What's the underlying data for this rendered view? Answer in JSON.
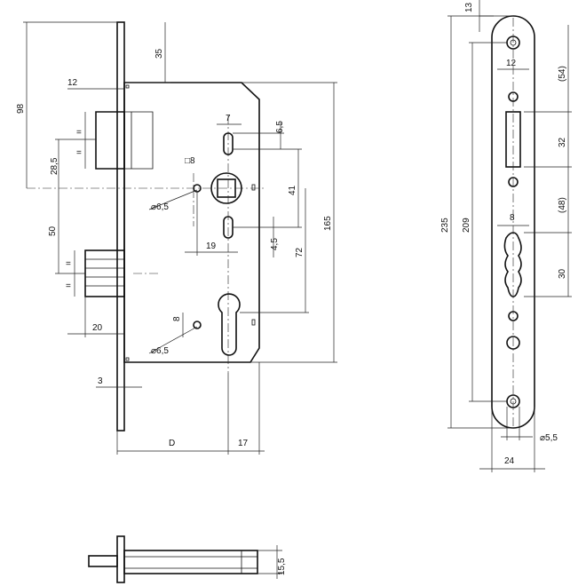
{
  "dimensions": {
    "d98": "98",
    "d35": "35",
    "d12_left": "12",
    "d28_5": "28,5",
    "d50": "50",
    "d20": "20",
    "d3": "3",
    "dD": "D",
    "d17": "17",
    "d7": "7",
    "d6_5_top": "6,5",
    "d_sq8": "□8",
    "d_dia6_5_top": "⌀6,5",
    "d19": "19",
    "d41": "41",
    "d4_5": "4,5",
    "d72": "72",
    "d165": "165",
    "d8_cyl": "8",
    "d_dia6_5_bot": "⌀6,5",
    "d15_5": "15,5",
    "d13": "13",
    "d12_plate": "12",
    "d54": "(54)",
    "d32": "32",
    "d48": "(48)",
    "d8_plate": "8",
    "d30": "30",
    "d235": "235",
    "d209": "209",
    "d_dia5_5": "⌀5,5",
    "d24": "24",
    "eq": "="
  }
}
